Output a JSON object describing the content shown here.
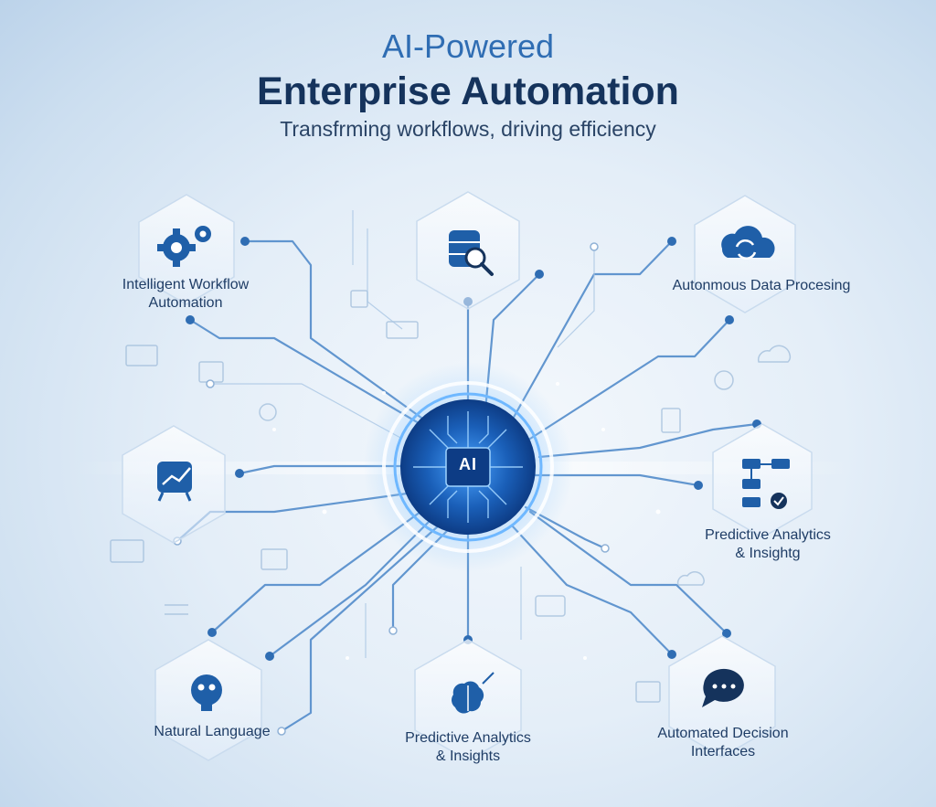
{
  "header": {
    "title_small": "AI-Powered",
    "title_big": "Enterprise Automation",
    "subtitle": "Transfrming workflows, driving efficiency"
  },
  "hub": {
    "label": "AI"
  },
  "nodes": [
    {
      "id": "workflow",
      "icon": "gears-icon",
      "line1": "Intelligent Workflow",
      "line2": "Automation"
    },
    {
      "id": "search-db",
      "icon": "database-search-icon"
    },
    {
      "id": "data-processing",
      "icon": "cloud-sync-icon",
      "line1": "Autonmous Data Procesing"
    },
    {
      "id": "dashboard",
      "icon": "database-chart-icon"
    },
    {
      "id": "predictive-right",
      "icon": "flowchart-check-icon",
      "line1": "Predictive Analytics",
      "line2": "& Insightg"
    },
    {
      "id": "nlp",
      "icon": "robot-gear-icon",
      "line1": "Natural Language"
    },
    {
      "id": "predictive-bottom",
      "icon": "brain-icon",
      "line1": "Predictive Analytics",
      "line2": "& Insights"
    },
    {
      "id": "decision",
      "icon": "chat-bubble-icon",
      "line1": "Automated Decision",
      "line2": "Interfaces"
    }
  ],
  "colors": {
    "navy": "#15335c",
    "accent": "#2f6db3",
    "line": "#4a86c8",
    "glow": "#6fb8ff"
  }
}
